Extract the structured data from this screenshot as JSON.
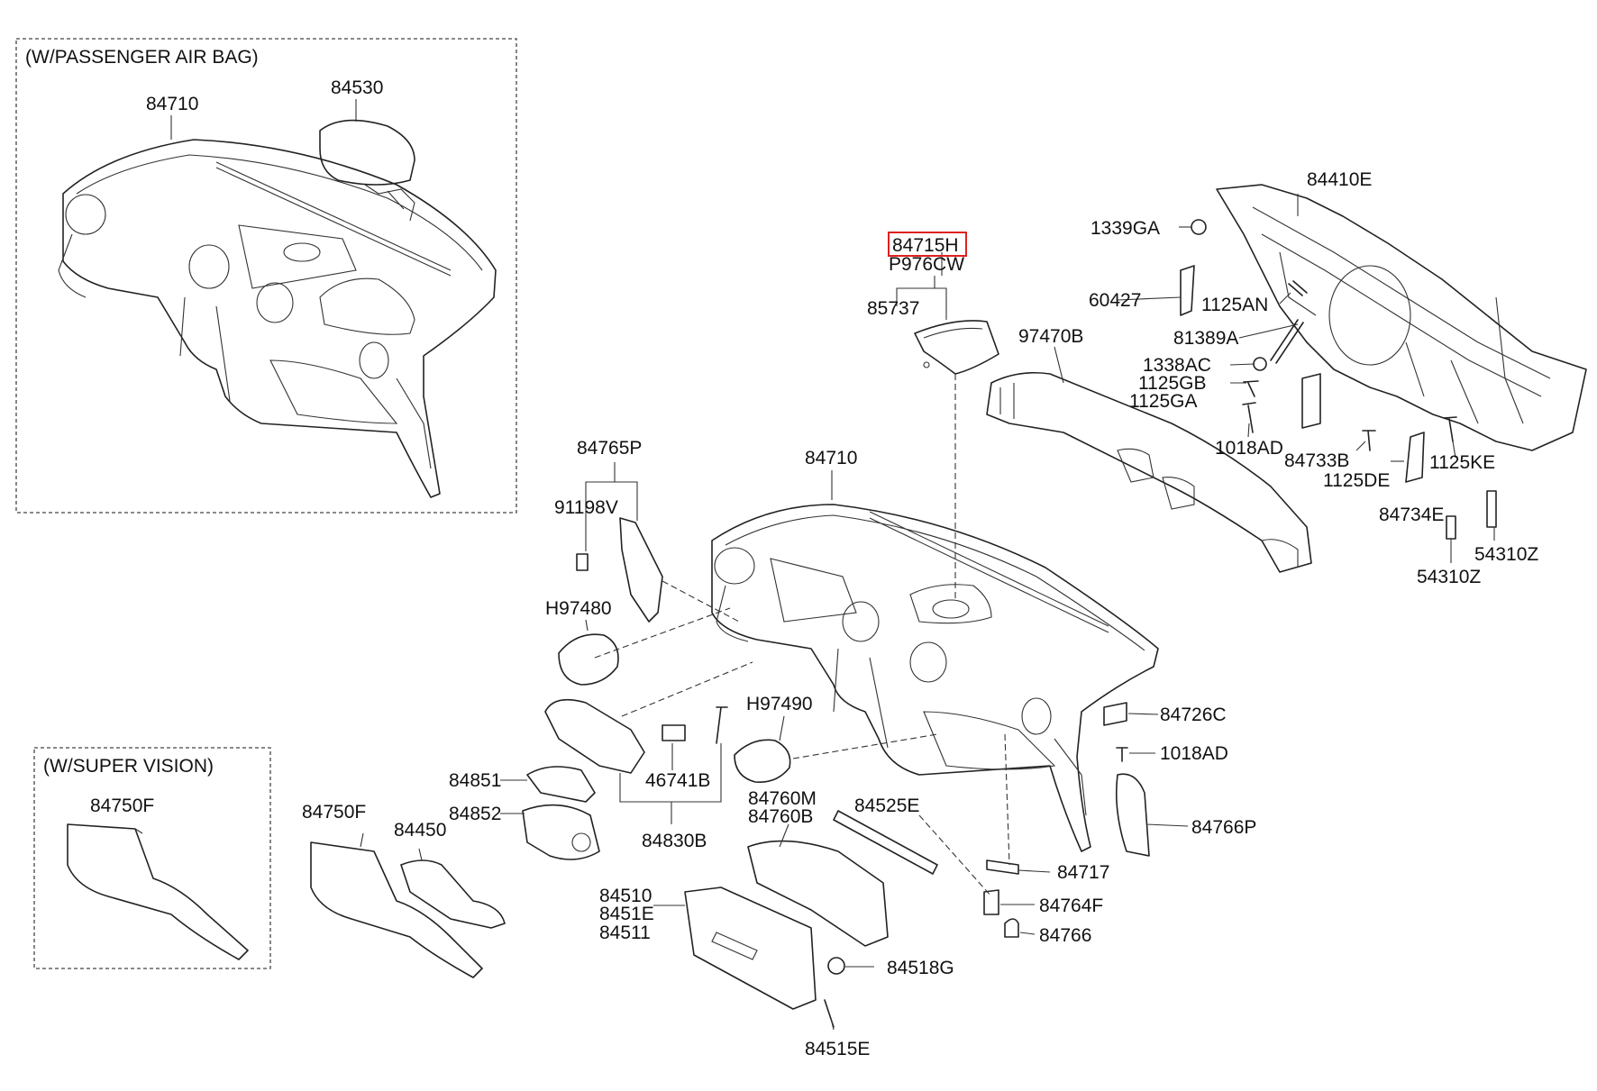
{
  "highlight_color": "#e02020",
  "groups": {
    "airbag": "(W/PASSENGER AIR BAG)",
    "supervision": "(W/SUPER VISION)"
  },
  "labels": {
    "ab_84710": "84710",
    "ab_84530": "84530",
    "p84715H": "84715H",
    "pP976CW": "P976CW",
    "p85737": "85737",
    "p84410E": "84410E",
    "p1339GA": "1339GA",
    "p60427": "60427",
    "p1125AN": "1125AN",
    "p81389A": "81389A",
    "p97470B": "97470B",
    "p1338AC": "1338AC",
    "p1125GB": "1125GB",
    "p1125GA": "1125GA",
    "p1018AD_a": "1018AD",
    "p84733B": "84733B",
    "p1125KE": "1125KE",
    "p1125DE": "1125DE",
    "p84734E": "84734E",
    "p54310Z_a": "54310Z",
    "p54310Z_b": "54310Z",
    "p84765P": "84765P",
    "p91198V": "91198V",
    "p84710": "84710",
    "pH97480": "H97480",
    "pH97490": "H97490",
    "p84726C": "84726C",
    "p1018AD_b": "1018AD",
    "p46741B": "46741B",
    "p84851": "84851",
    "p84852": "84852",
    "p84830B": "84830B",
    "p84760M": "84760M",
    "p84760B": "84760B",
    "p84525E": "84525E",
    "p84766P": "84766P",
    "p84717": "84717",
    "sv_84750F": "84750F",
    "p84750F": "84750F",
    "p84450": "84450",
    "p84510": "84510",
    "p8451E": "8451E",
    "p84511": "84511",
    "p84764F": "84764F",
    "p84766": "84766",
    "p84518G": "84518G",
    "p84515E": "84515E"
  }
}
